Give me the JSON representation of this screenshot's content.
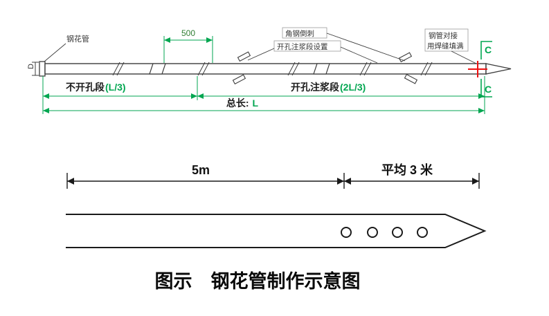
{
  "colors": {
    "dimension_green": "#00a650",
    "drawing_line": "#3c3c3c",
    "joint_mark_red": "#ee1111",
    "bottom_line_black": "#1a1a1a"
  },
  "top_drawing": {
    "pipe_label": "钢花管",
    "dim_500": "500",
    "barb_label": "角钢倒刺",
    "grout_label": "开孔注浆段设置",
    "joint_label_line1": "钢管对接",
    "joint_label_line2": "用焊缝填满",
    "section_c": "C",
    "diameter_label": "D",
    "segment_left_name": "不开孔段",
    "segment_left_dim": "(L/3)",
    "segment_right_name": "开孔注浆段",
    "segment_right_dim": "(2L/3)",
    "total_label": "总长:",
    "total_value": "L"
  },
  "bottom_drawing": {
    "dim_left_label": "5m",
    "dim_right_label": "平均 3 米",
    "caption": "图示　钢花管制作示意图"
  }
}
